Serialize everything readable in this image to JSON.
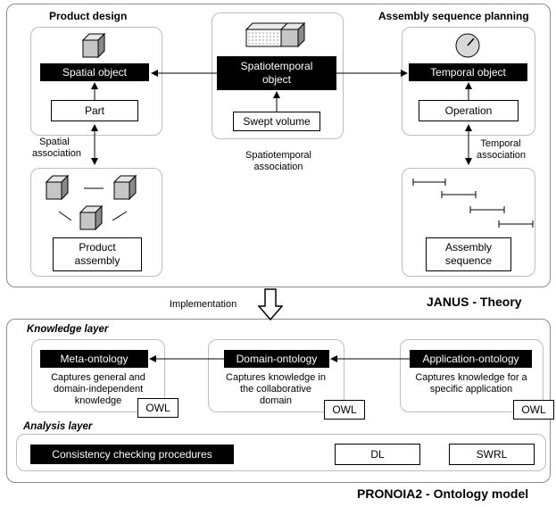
{
  "theory": {
    "product_design_title": "Product design",
    "asp_title": "Assembly sequence planning",
    "spatial_object": "Spatial object",
    "part": "Part",
    "spatiotemporal_object": "Spatiotemporal object",
    "swept_volume": "Swept volume",
    "temporal_object": "Temporal object",
    "operation": "Operation",
    "spatial_association": "Spatial association",
    "spatiotemporal_association": "Spatiotemporal association",
    "temporal_association": "Temporal association",
    "product_assembly": "Product assembly",
    "assembly_sequence": "Assembly sequence",
    "implementation": "Implementation",
    "caption": "JANUS - Theory"
  },
  "knowledge_layer": {
    "title": "Knowledge layer",
    "meta": {
      "name": "Meta-ontology",
      "desc": "Captures general and domain-independent knowledge",
      "badge": "OWL"
    },
    "domain": {
      "name": "Domain-ontology",
      "desc": "Captures knowledge in the collaborative domain",
      "badge": "OWL"
    },
    "application": {
      "name": "Application-ontology",
      "desc": "Captures knowledge for a specific application",
      "badge": "OWL"
    }
  },
  "analysis_layer": {
    "title": "Analysis layer",
    "consistency": "Consistency checking procedures",
    "dl": "DL",
    "swrl": "SWRL"
  },
  "model_caption": "PRONOIA2 - Ontology model",
  "colors": {
    "black_box": "#000000",
    "panel_border": "#bdbdbd",
    "outer_border": "#8c8c8c"
  }
}
